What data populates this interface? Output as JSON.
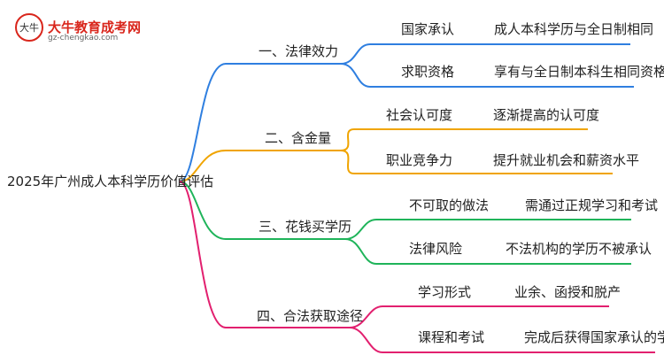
{
  "logo": {
    "site_name": "大牛教育成考网",
    "url": "gz-chengkao.com",
    "mark_text": "大牛"
  },
  "root": "2025年广州成人本科学历价值评估",
  "branches": [
    {
      "label": "一、法律效力",
      "color": "#2f7fe0",
      "children": [
        {
          "label": "国家承认",
          "detail": "成人本科学历与全日制相同"
        },
        {
          "label": "求职资格",
          "detail": "享有与全日制本科生相同资格"
        }
      ]
    },
    {
      "label": "二、含金量",
      "color": "#f0a400",
      "children": [
        {
          "label": "社会认可度",
          "detail": "逐渐提高的认可度"
        },
        {
          "label": "职业竞争力",
          "detail": "提升就业机会和薪资水平"
        }
      ]
    },
    {
      "label": "三、花钱买学历",
      "color": "#1fb45a",
      "children": [
        {
          "label": "不可取的做法",
          "detail": "需通过正规学习和考试"
        },
        {
          "label": "法律风险",
          "detail": "不法机构的学历不被承认"
        }
      ]
    },
    {
      "label": "四、合法获取途径",
      "color": "#e2206f",
      "children": [
        {
          "label": "学习形式",
          "detail": "业余、函授和脱产"
        },
        {
          "label": "课程和考试",
          "detail": "完成后获得国家承认的学历"
        }
      ]
    }
  ]
}
